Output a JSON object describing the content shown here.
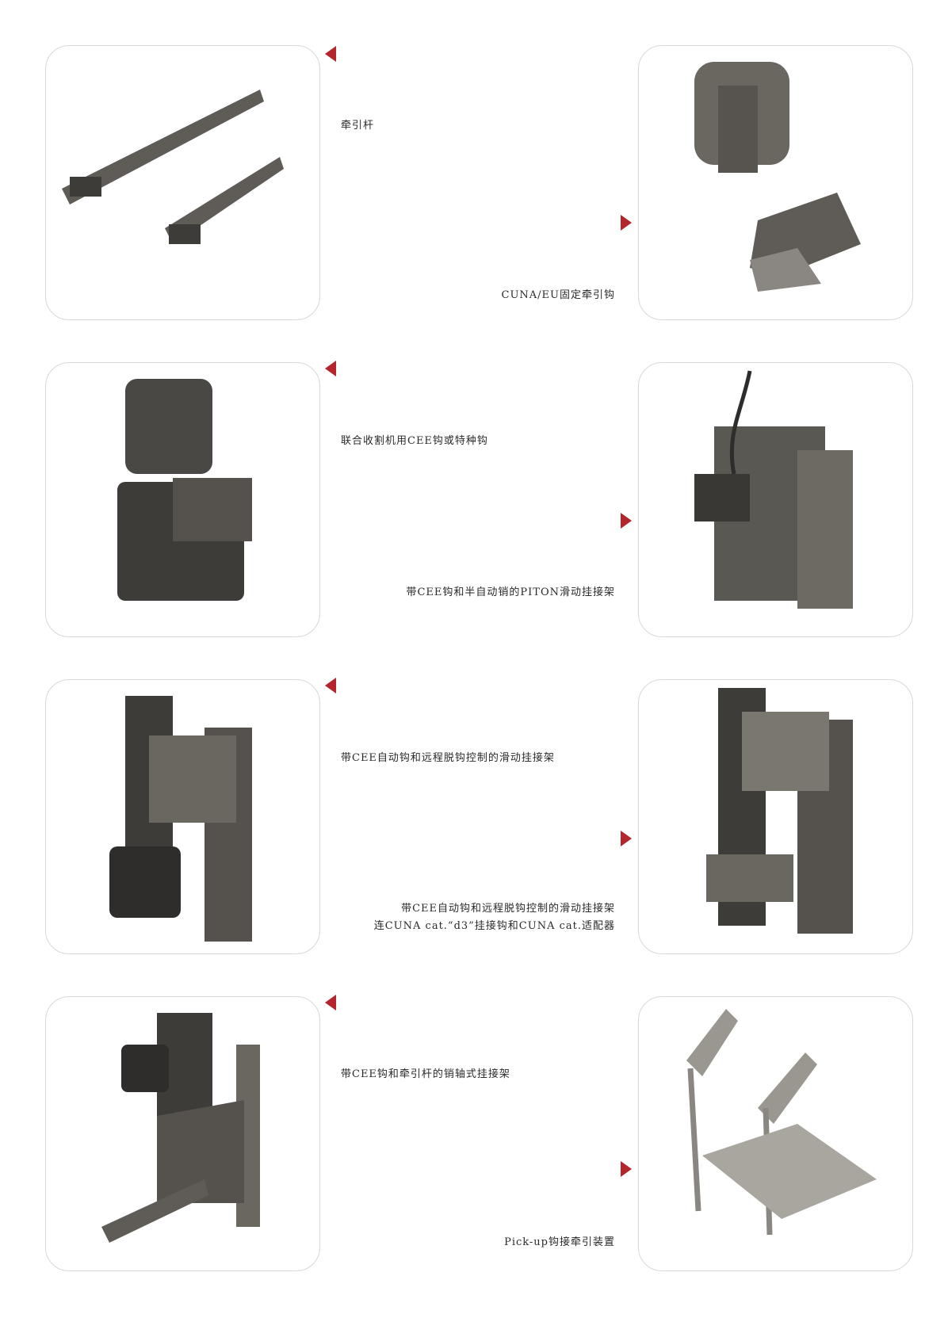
{
  "colors": {
    "accent": "#b3262c",
    "part": "#5f5c57"
  },
  "rows": [
    {
      "left_label": "牵引杆",
      "right_label": [
        "CUNA/EU固定牵引钩"
      ],
      "left_image": "drawbar-image",
      "right_image": "cuna-eu-fixed-hook-image"
    },
    {
      "left_label": "联合收割机用CEE钩或特种钩",
      "right_label": [
        "带CEE钩和半自动销的PITON滑动挂接架"
      ],
      "left_image": "cee-hook-image",
      "right_image": "piton-sliding-hitch-image"
    },
    {
      "left_label": "带CEE自动钩和远程脱钩控制的滑动挂接架",
      "right_label": [
        "带CEE自动钩和远程脱钩控制的滑动挂接架",
        "连CUNA cat.“d3”挂接钩和CUNA cat.适配器"
      ],
      "left_image": "sliding-hitch-cee-auto-image",
      "right_image": "sliding-hitch-cuna-adapter-image"
    },
    {
      "left_label": "带CEE钩和牵引杆的销轴式挂接架",
      "right_label": [
        "Pick-up钩接牵引装置"
      ],
      "left_image": "pin-hitch-drawbar-image",
      "right_image": "pick-up-hitch-image"
    }
  ]
}
